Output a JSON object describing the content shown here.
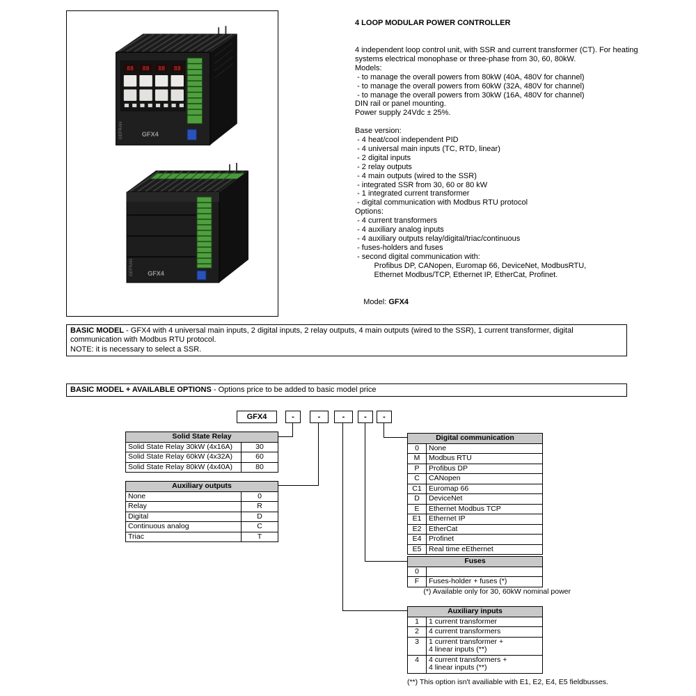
{
  "header": {
    "title": "4 LOOP MODULAR POWER CONTROLLER"
  },
  "description": {
    "lines": [
      "4 independent loop control unit, with SSR and current transformer (CT). For heating",
      "systems electrical monophase or three-phase from 30, 60, 80kW.",
      "Models:",
      " - to manage the overall powers from 80kW (40A, 480V for channel)",
      " - to manage the overall powers from 60kW (32A, 480V for channel)",
      " - to manage the overall powers from 30kW (16A, 480V for channel)",
      "DIN rail or panel mounting.",
      "Power supply 24Vdc ± 25%.",
      "",
      "Base version:",
      " - 4 heat/cool independent PID",
      " - 4 universal main inputs (TC, RTD, linear)",
      " - 2 digital inputs",
      " - 2 relay outputs",
      " - 4 main outputs (wired to the SSR)",
      " - integrated SSR from 30, 60 or 80 kW",
      " - 1 integrated current transformer",
      " - digital communication with Modbus RTU protocol",
      "Options:",
      " - 4 current transformers",
      " - 4 auxiliary analog inputs",
      " - 4 auxiliary outputs relay/digital/triac/continuous",
      " - fuses-holders and fuses",
      " - second digital communication with:",
      "         Profibus DP, CANopen, Euromap 66, DeviceNet, ModbusRTU,",
      "         Ethernet Modbus/TCP, Ethernet IP, EtherCat, Profinet."
    ],
    "model_label": "Model: ",
    "model_value": "GFX4"
  },
  "basic_model": {
    "title": "BASIC MODEL",
    "text": " - GFX4 with 4 universal main inputs, 2 digital inputs, 2 relay outputs, 4 main outputs (wired to the SSR), 1 current transformer, digital communication with Modbus RTU protocol.",
    "note": "NOTE: it is necessary to select a SSR."
  },
  "options_header": {
    "title": "BASIC MODEL + AVAILABLE OPTIONS",
    "text": " - Options price to be added to basic model price"
  },
  "ordering": {
    "model_code": "GFX4",
    "dashes": [
      "-",
      "-",
      "-",
      "-",
      "-"
    ],
    "ssr_table": {
      "title": "Solid State Relay",
      "rows": [
        {
          "l": "Solid State Relay 30kW (4x16A)",
          "c": "30"
        },
        {
          "l": "Solid State Relay 60kW (4x32A)",
          "c": "60"
        },
        {
          "l": "Solid State Relay 80kW (4x40A)",
          "c": "80"
        }
      ]
    },
    "aux_outputs_table": {
      "title": "Auxiliary outputs",
      "rows": [
        {
          "l": "None",
          "c": "0"
        },
        {
          "l": "Relay",
          "c": "R"
        },
        {
          "l": "Digital",
          "c": "D"
        },
        {
          "l": "Continuous analog",
          "c": "C"
        },
        {
          "l": "Triac",
          "c": "T"
        }
      ]
    },
    "digital_comm_table": {
      "title": "Digital communication",
      "rows": [
        {
          "c": "0",
          "l": "None"
        },
        {
          "c": "M",
          "l": "Modbus RTU"
        },
        {
          "c": "P",
          "l": "Profibus DP"
        },
        {
          "c": "C",
          "l": "CANopen"
        },
        {
          "c": "C1",
          "l": "Euromap 66"
        },
        {
          "c": "D",
          "l": "DeviceNet"
        },
        {
          "c": "E",
          "l": "Ethernet Modbus TCP"
        },
        {
          "c": "E1",
          "l": "Ethernet IP"
        },
        {
          "c": "E2",
          "l": "EtherCat"
        },
        {
          "c": "E4",
          "l": "Profinet"
        },
        {
          "c": "E5",
          "l": "Real time eEthernet"
        }
      ]
    },
    "fuses_table": {
      "title": "Fuses",
      "rows": [
        {
          "c": "0",
          "l": ""
        },
        {
          "c": "F",
          "l": "Fuses-holder + fuses (*)"
        }
      ],
      "note": "(*) Available only for 30, 60kW nominal power"
    },
    "aux_inputs_table": {
      "title": "Auxiliary inputs",
      "rows": [
        {
          "c": "1",
          "l": "1 current transformer"
        },
        {
          "c": "2",
          "l": "4 current transformers"
        },
        {
          "c": "3",
          "l": "1 current transformer +\n4 linear inputs (**)"
        },
        {
          "c": "4",
          "l": "4 current transformers +\n4 linear inputs (**)"
        }
      ],
      "note": "(**) This option isn't availiable with E1, E2, E4, E5 fieldbusses."
    }
  }
}
